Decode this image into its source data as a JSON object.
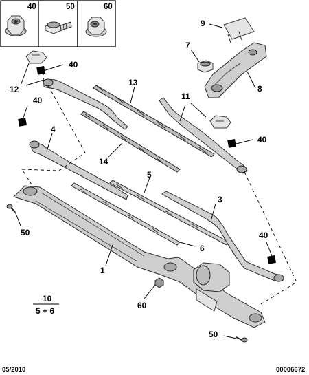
{
  "header_parts": [
    {
      "ref": "40",
      "name": "nut-flange-40"
    },
    {
      "ref": "50",
      "name": "screw-50"
    },
    {
      "ref": "60",
      "name": "nut-60"
    }
  ],
  "callouts": {
    "c1": "1",
    "c3": "3",
    "c4": "4",
    "c5": "5",
    "c6": "6",
    "c7": "7",
    "c8": "8",
    "c9": "9",
    "c11": "11",
    "c12": "12",
    "c13": "13",
    "c14": "14",
    "c40a": "40",
    "c40b": "40",
    "c40c": "40",
    "c40d": "40",
    "c50a": "50",
    "c50b": "50",
    "c60": "60"
  },
  "legend": {
    "numerator": "10",
    "denominator": "5 + 6"
  },
  "footer": {
    "date": "05/2010",
    "doc_number": "00006672"
  }
}
